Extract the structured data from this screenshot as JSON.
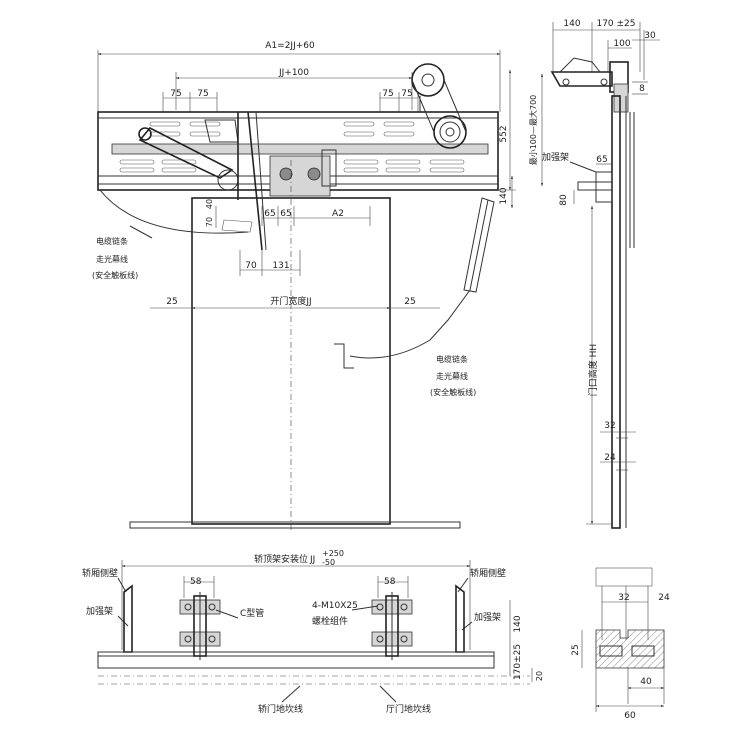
{
  "top_view": {
    "overall_width": "A1=2JJ+60",
    "header_width": "JJ+100",
    "dim_75_a": "75",
    "dim_75_b": "75",
    "dim_75_c": "75",
    "dim_75_d": "75",
    "dim_70_left": "70",
    "dim_40_left": "40",
    "dim_65_a": "65",
    "dim_65_b": "65",
    "dim_a2": "A2",
    "dim_70_bottom": "70",
    "dim_131": "131",
    "dim_552": "552",
    "dim_140": "140",
    "clear_width": "开门宽度JJ",
    "dim_25_left": "25",
    "dim_25_right": "25",
    "cable_left_1": "电缆链条",
    "cable_left_2": "走光幕线",
    "cable_left_3": "(安全触板线)",
    "cable_right_1": "电缆链条",
    "cable_right_2": "走光幕线",
    "cable_right_3": "(安全触板线)"
  },
  "side_view": {
    "dim_140": "140",
    "dim_170": "170 ±25",
    "dim_100": "100",
    "dim_30": "30",
    "dim_8": "8",
    "range_label": "最小100—最大700",
    "bracket_label": "加强架",
    "dim_65": "65",
    "dim_80": "80",
    "height_label": "门口高度 HH",
    "dim_32": "32",
    "dim_24": "24"
  },
  "bottom_view": {
    "install_label": "轿顶架安装位",
    "install_value": "JJ",
    "install_tol_upper": "+250",
    "install_tol_lower": "-50",
    "left_wall": "轿厢侧壁",
    "right_wall": "轿厢侧壁",
    "left_bracket": "加强架",
    "right_bracket": "加强架",
    "c_channel": "C型管",
    "dim_58_left": "58",
    "dim_58_right": "58",
    "bolt_spec": "4-M10X25",
    "bolt_assembly": "螺栓组件",
    "dim_140": "140",
    "dim_170": "170±25",
    "dim_20": "20",
    "car_sill": "轿门地坎线",
    "landing_sill": "厅门地坎线"
  },
  "sill_section": {
    "dim_32": "32",
    "dim_24": "24",
    "dim_25": "25",
    "dim_40": "40",
    "dim_60": "60"
  }
}
